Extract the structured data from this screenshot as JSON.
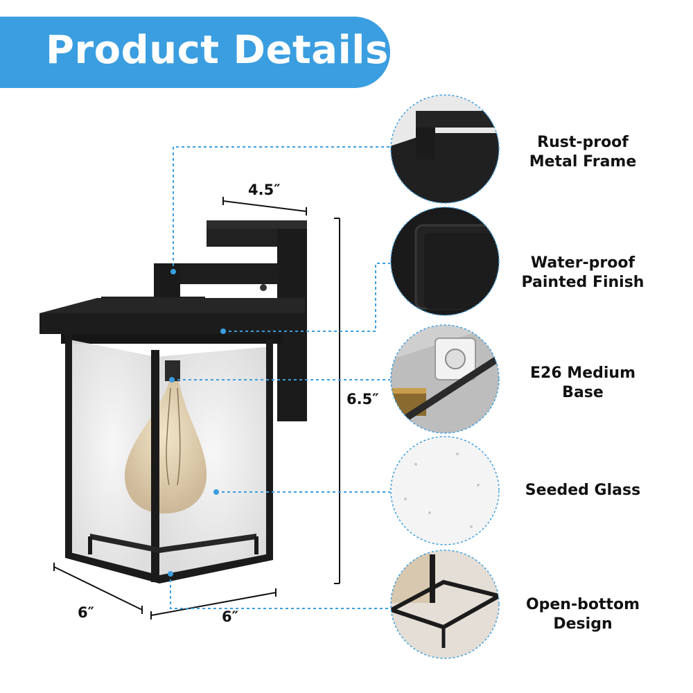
{
  "header": {
    "title": "Product Details"
  },
  "dimensions": {
    "top_width": "4.5″",
    "height": "6.5″",
    "depth": "6″",
    "front_width": "6″"
  },
  "features": [
    {
      "icon": "metal-frame-closeup-icon",
      "line1": "Rust-proof",
      "line2": "Metal Frame"
    },
    {
      "icon": "painted-finish-closeup-icon",
      "line1": "Water-proof",
      "line2": "Painted Finish"
    },
    {
      "icon": "e26-socket-closeup-icon",
      "line1": "E26 Medium",
      "line2": "Base"
    },
    {
      "icon": "seeded-glass-closeup-icon",
      "line1": "Seeded Glass",
      "line2": ""
    },
    {
      "icon": "open-bottom-closeup-icon",
      "line1": "Open-bottom",
      "line2": "Design"
    }
  ],
  "colors": {
    "banner": "#3a9ee0",
    "leader_line": "#3a9ee0",
    "fixture": "#1b1b1b"
  }
}
